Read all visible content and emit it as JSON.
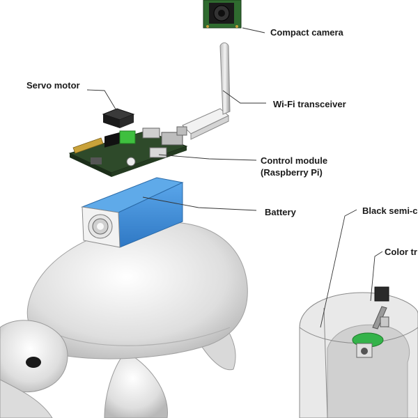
{
  "labels": {
    "camera": "Compact camera",
    "wifi": "Wi-Fi transceiver",
    "servo": "Servo motor",
    "control_line1": "Control module",
    "control_line2": "(Raspberry Pi)",
    "battery": "Battery",
    "semi": "Black semi-c",
    "tracker": "Color tr"
  },
  "colors": {
    "battery": "#3a86d4",
    "pcb": "#2e4a2a",
    "shell": "#e3e3e3",
    "leader": "#333333"
  }
}
